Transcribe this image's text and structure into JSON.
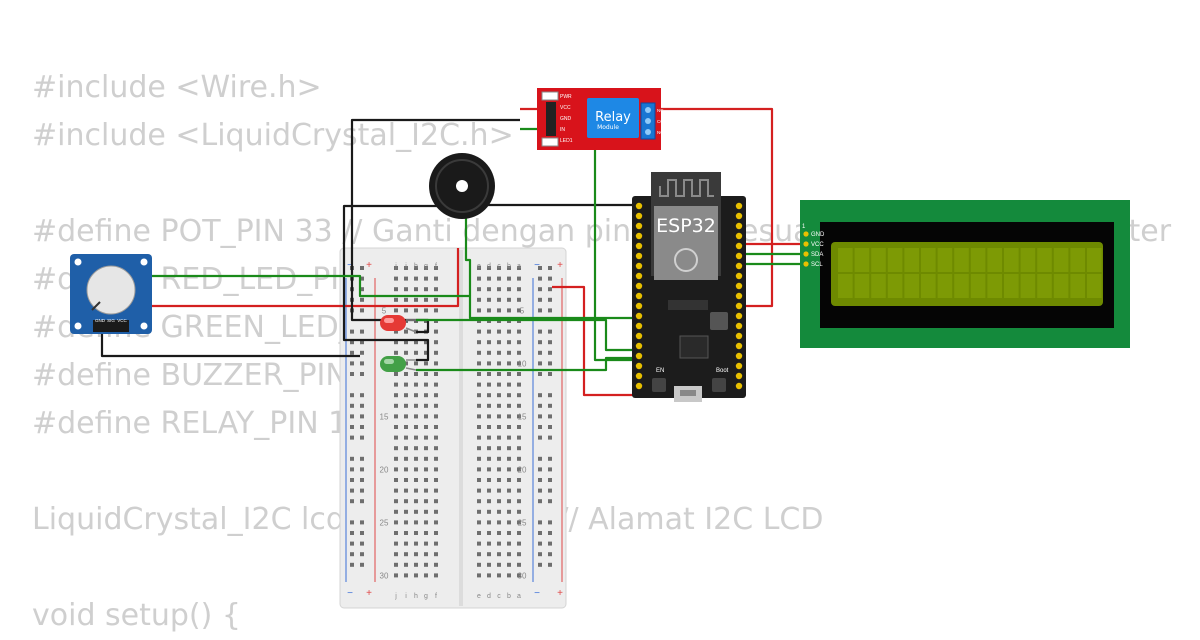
{
  "code_lines": [
    "#include <Wire.h>",
    "#include <LiquidCrystal_I2C.h>",
    "",
    "#define POT_PIN 33 // Ganti dengan pin yang sesuai dengan potensiometer",
    "#define RED_LED_PIN 13",
    "#define GREEN_LED_PIN 12",
    "#define BUZZER_PIN 14",
    "#define RELAY_PIN 15",
    "",
    "LiquidCrystal_I2C lcd(0x27, 16, 2); // Alamat I2C LCD",
    "",
    "void setup() {"
  ],
  "relay": {
    "title": "Relay",
    "subtitle": "Module",
    "pins_left": [
      "PWR",
      "VCC",
      "GND",
      "IN",
      "LED1"
    ],
    "pins_right": [
      "NC",
      "COM",
      "NO"
    ]
  },
  "esp32": {
    "label": "ESP32",
    "btn_en": "EN",
    "btn_boot": "Boot"
  },
  "lcd": {
    "pins": [
      "GND",
      "VCC",
      "SDA",
      "SCL"
    ],
    "pin1": "1"
  },
  "potentiometer": {
    "pins": [
      "GND",
      "SIG",
      "VCC"
    ]
  },
  "breadboard": {
    "cols_left": [
      "j",
      "i",
      "h",
      "g",
      "f"
    ],
    "cols_right": [
      "e",
      "d",
      "c",
      "b",
      "a"
    ],
    "row_numbers": [
      "5",
      "10",
      "15",
      "20",
      "25",
      "30"
    ],
    "plus": "+",
    "minus": "−"
  },
  "colors": {
    "wire_red": "#d42020",
    "wire_green": "#1a8a1a",
    "wire_black": "#1a1a1a",
    "relay_board": "#d8131b",
    "relay_block": "#1e88e5",
    "esp_board": "#1c1c1c",
    "lcd_board": "#148a3c",
    "lcd_screen": "#6e8a00",
    "pot_board": "#1f5fa8"
  }
}
